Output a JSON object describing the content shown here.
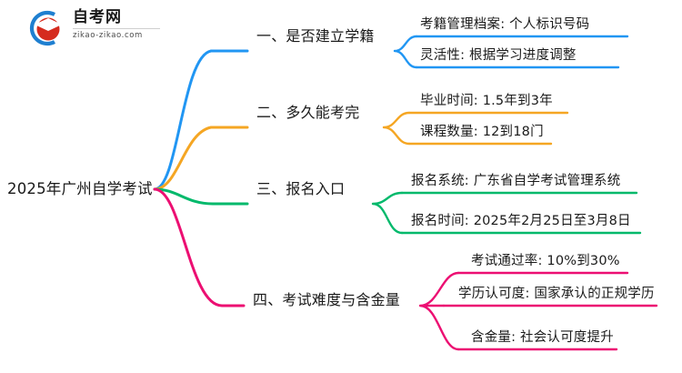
{
  "logo": {
    "name_cn": "自考网",
    "url": "zikao-zikao.com",
    "mark_icon": "graduation-cap-icon",
    "arc_color": "#1f7fd0",
    "cap_color": "#d52b1e"
  },
  "mindmap": {
    "root": {
      "label": "2025年广州自学考试"
    },
    "branches": [
      {
        "label": "一、是否建立学籍",
        "color": "#2196F3",
        "leaves": [
          {
            "label": "考籍管理档案: 个人标识号码"
          },
          {
            "label": "灵活性: 根据学习进度调整"
          }
        ]
      },
      {
        "label": "二、多久能考完",
        "color": "#F5A623",
        "leaves": [
          {
            "label": "毕业时间: 1.5年到3年"
          },
          {
            "label": "课程数量: 12到18门"
          }
        ]
      },
      {
        "label": "三、报名入口",
        "color": "#00B96B",
        "leaves": [
          {
            "label": "报名系统: 广东省自学考试管理系统"
          },
          {
            "label": "报名时间: 2025年2月25日至3月8日"
          }
        ]
      },
      {
        "label": "四、考试难度与含金量",
        "color": "#EC0F72",
        "leaves": [
          {
            "label": "考试通过率: 10%到30%"
          },
          {
            "label": "学历认可度: 国家承认的正规学历"
          },
          {
            "label": "含金量: 社会认可度提升"
          }
        ]
      }
    ]
  }
}
